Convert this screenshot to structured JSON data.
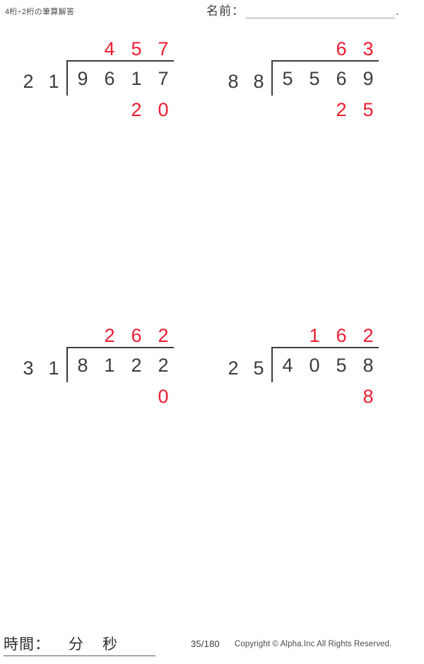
{
  "header": {
    "title": "4桁÷2桁の筆算解答",
    "name_label": "名前：",
    "name_value": "",
    "name_trailing_dot": "."
  },
  "answer_color": "#ec1c30",
  "digit_color": "#3c3c3c",
  "problems": [
    {
      "id": "problem-1",
      "divisor": [
        "2",
        "1"
      ],
      "dividend": [
        "9",
        "6",
        "1",
        "7"
      ],
      "quotient": [
        "",
        "4",
        "5",
        "7"
      ],
      "remainder": [
        "",
        "",
        "2",
        "0"
      ],
      "divisor_value": "21",
      "dividend_value": "9617",
      "quotient_value": "457",
      "remainder_value": "20"
    },
    {
      "id": "problem-2",
      "divisor": [
        "8",
        "8"
      ],
      "dividend": [
        "5",
        "5",
        "6",
        "9"
      ],
      "quotient": [
        "",
        "",
        "6",
        "3"
      ],
      "remainder": [
        "",
        "",
        "2",
        "5"
      ],
      "divisor_value": "88",
      "dividend_value": "5569",
      "quotient_value": "63",
      "remainder_value": "25"
    },
    {
      "id": "problem-3",
      "divisor": [
        "3",
        "1"
      ],
      "dividend": [
        "8",
        "1",
        "2",
        "2"
      ],
      "quotient": [
        "",
        "2",
        "6",
        "2"
      ],
      "remainder": [
        "",
        "",
        "",
        "0"
      ],
      "divisor_value": "31",
      "dividend_value": "8122",
      "quotient_value": "262",
      "remainder_value": "0"
    },
    {
      "id": "problem-4",
      "divisor": [
        "2",
        "5"
      ],
      "dividend": [
        "4",
        "0",
        "5",
        "8"
      ],
      "quotient": [
        "",
        "1",
        "6",
        "2"
      ],
      "remainder": [
        "",
        "",
        "",
        "8"
      ],
      "divisor_value": "25",
      "dividend_value": "4058",
      "quotient_value": "162",
      "remainder_value": "8"
    }
  ],
  "footer": {
    "time_label": "時間：",
    "minutes_unit": "分",
    "seconds_unit": "秒",
    "page_number": "35/180",
    "copyright": "Copyright © Alpha.Inc All Rights Reserved."
  }
}
